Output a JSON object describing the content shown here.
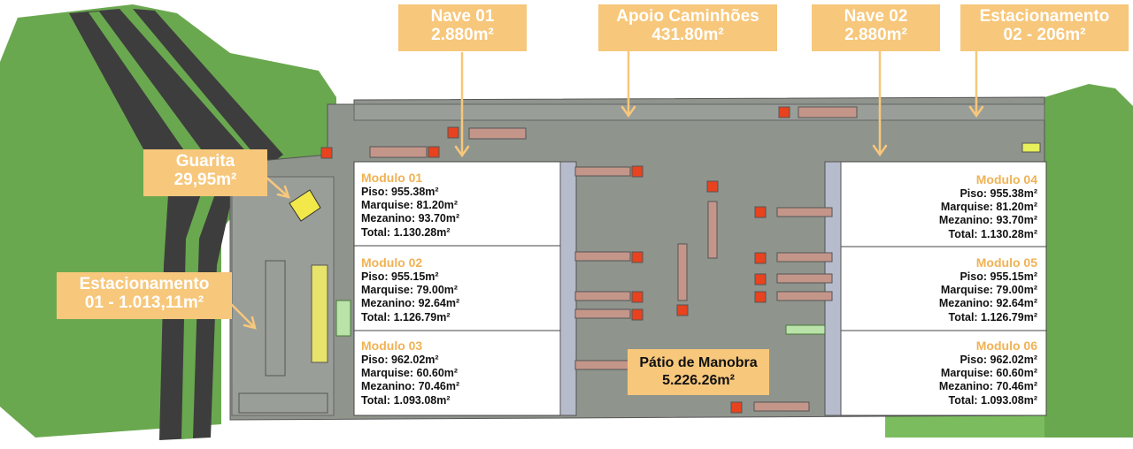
{
  "callouts": {
    "nave01": {
      "title": "Nave 01",
      "area": "2.880m²"
    },
    "apoio": {
      "title": "Apoio Caminhões",
      "area": "431.80m²"
    },
    "nave02": {
      "title": "Nave 02",
      "area": "2.880m²"
    },
    "estac02": {
      "title": "Estacionamento",
      "area": "02 - 206m²"
    },
    "guarita": {
      "title": "Guarita",
      "area": "29,95m²"
    },
    "estac01": {
      "title": "Estacionamento",
      "area": "01 - 1.013,11m²"
    },
    "patio": {
      "title": "Pátio de Manobra",
      "area": "5.226.26m²"
    }
  },
  "modules": [
    {
      "title": "Modulo 01",
      "piso": "Piso: 955.38m²",
      "marquise": "Marquise: 81.20m²",
      "mezanino": "Mezanino: 93.70m²",
      "total": "Total: 1.130.28m²"
    },
    {
      "title": "Modulo 02",
      "piso": "Piso: 955.15m²",
      "marquise": "Marquise: 79.00m²",
      "mezanino": "Mezanino: 92.64m²",
      "total": "Total: 1.126.79m²"
    },
    {
      "title": "Modulo 03",
      "piso": "Piso: 962.02m²",
      "marquise": "Marquise: 60.60m²",
      "mezanino": "Mezanino: 70.46m²",
      "total": "Total: 1.093.08m²"
    },
    {
      "title": "Modulo 04",
      "piso": "Piso: 955.38m²",
      "marquise": "Marquise: 81.20m²",
      "mezanino": "Mezanino: 93.70m²",
      "total": "Total: 1.130.28m²"
    },
    {
      "title": "Modulo 05",
      "piso": "Piso: 955.15m²",
      "marquise": "Marquise: 79.00m²",
      "mezanino": "Mezanino: 92.64m²",
      "total": "Total: 1.126.79m²"
    },
    {
      "title": "Modulo 06",
      "piso": "Piso: 962.02m²",
      "marquise": "Marquise: 60.60m²",
      "mezanino": "Mezanino: 70.46m²",
      "total": "Total: 1.093.08m²"
    }
  ],
  "colors": {
    "callout": "#f7c77b",
    "module_title": "#f0b255",
    "pavement": "#8f948d",
    "grass": "#6aa84f",
    "road": "#3d3d3d",
    "truck_cab": "#e8421e",
    "truck_trailer": "#c4968a"
  }
}
